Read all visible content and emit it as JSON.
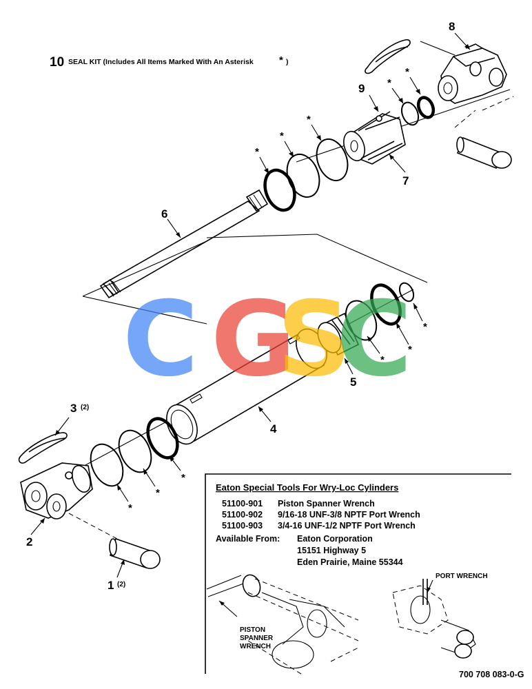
{
  "seal_kit": {
    "number": "10",
    "label": "SEAL KIT  (Includes All Items Marked With An Asterisk",
    "asterisk": "*",
    "close_paren": ")"
  },
  "callouts": {
    "c1": "1",
    "c1_qty": "(2)",
    "c2": "2",
    "c3": "3",
    "c3_qty": "(2)",
    "c4": "4",
    "c5": "5",
    "c6": "6",
    "c7": "7",
    "c8": "8",
    "c9": "9",
    "asterisk": "*"
  },
  "tools_box": {
    "title": "Eaton Special Tools For Wry-Loc Cylinders",
    "tools": [
      {
        "part": "51100-901",
        "desc": "Piston Spanner Wrench"
      },
      {
        "part": "51100-902",
        "desc": "9/16-18 UNF-3/8 NPTF Port Wrench"
      },
      {
        "part": "51100-903",
        "desc": "3/4-16 UNF-1/2 NPTF Port Wrench"
      }
    ],
    "available_label": "Available From:",
    "address": [
      "Eaton Corporation",
      "15151 Highway 5",
      "Eden Prairie, Maine  55344"
    ],
    "port_wrench_label": "PORT WRENCH",
    "spanner_label": [
      "PISTON",
      "SPANNER",
      "WRENCH"
    ]
  },
  "drawing_id": "700 708 083-0-G",
  "watermark": {
    "letters": [
      "C",
      "G",
      "S",
      "C"
    ],
    "colors": [
      "#4285F4",
      "#EA4335",
      "#FBBC05",
      "#34A853"
    ]
  }
}
